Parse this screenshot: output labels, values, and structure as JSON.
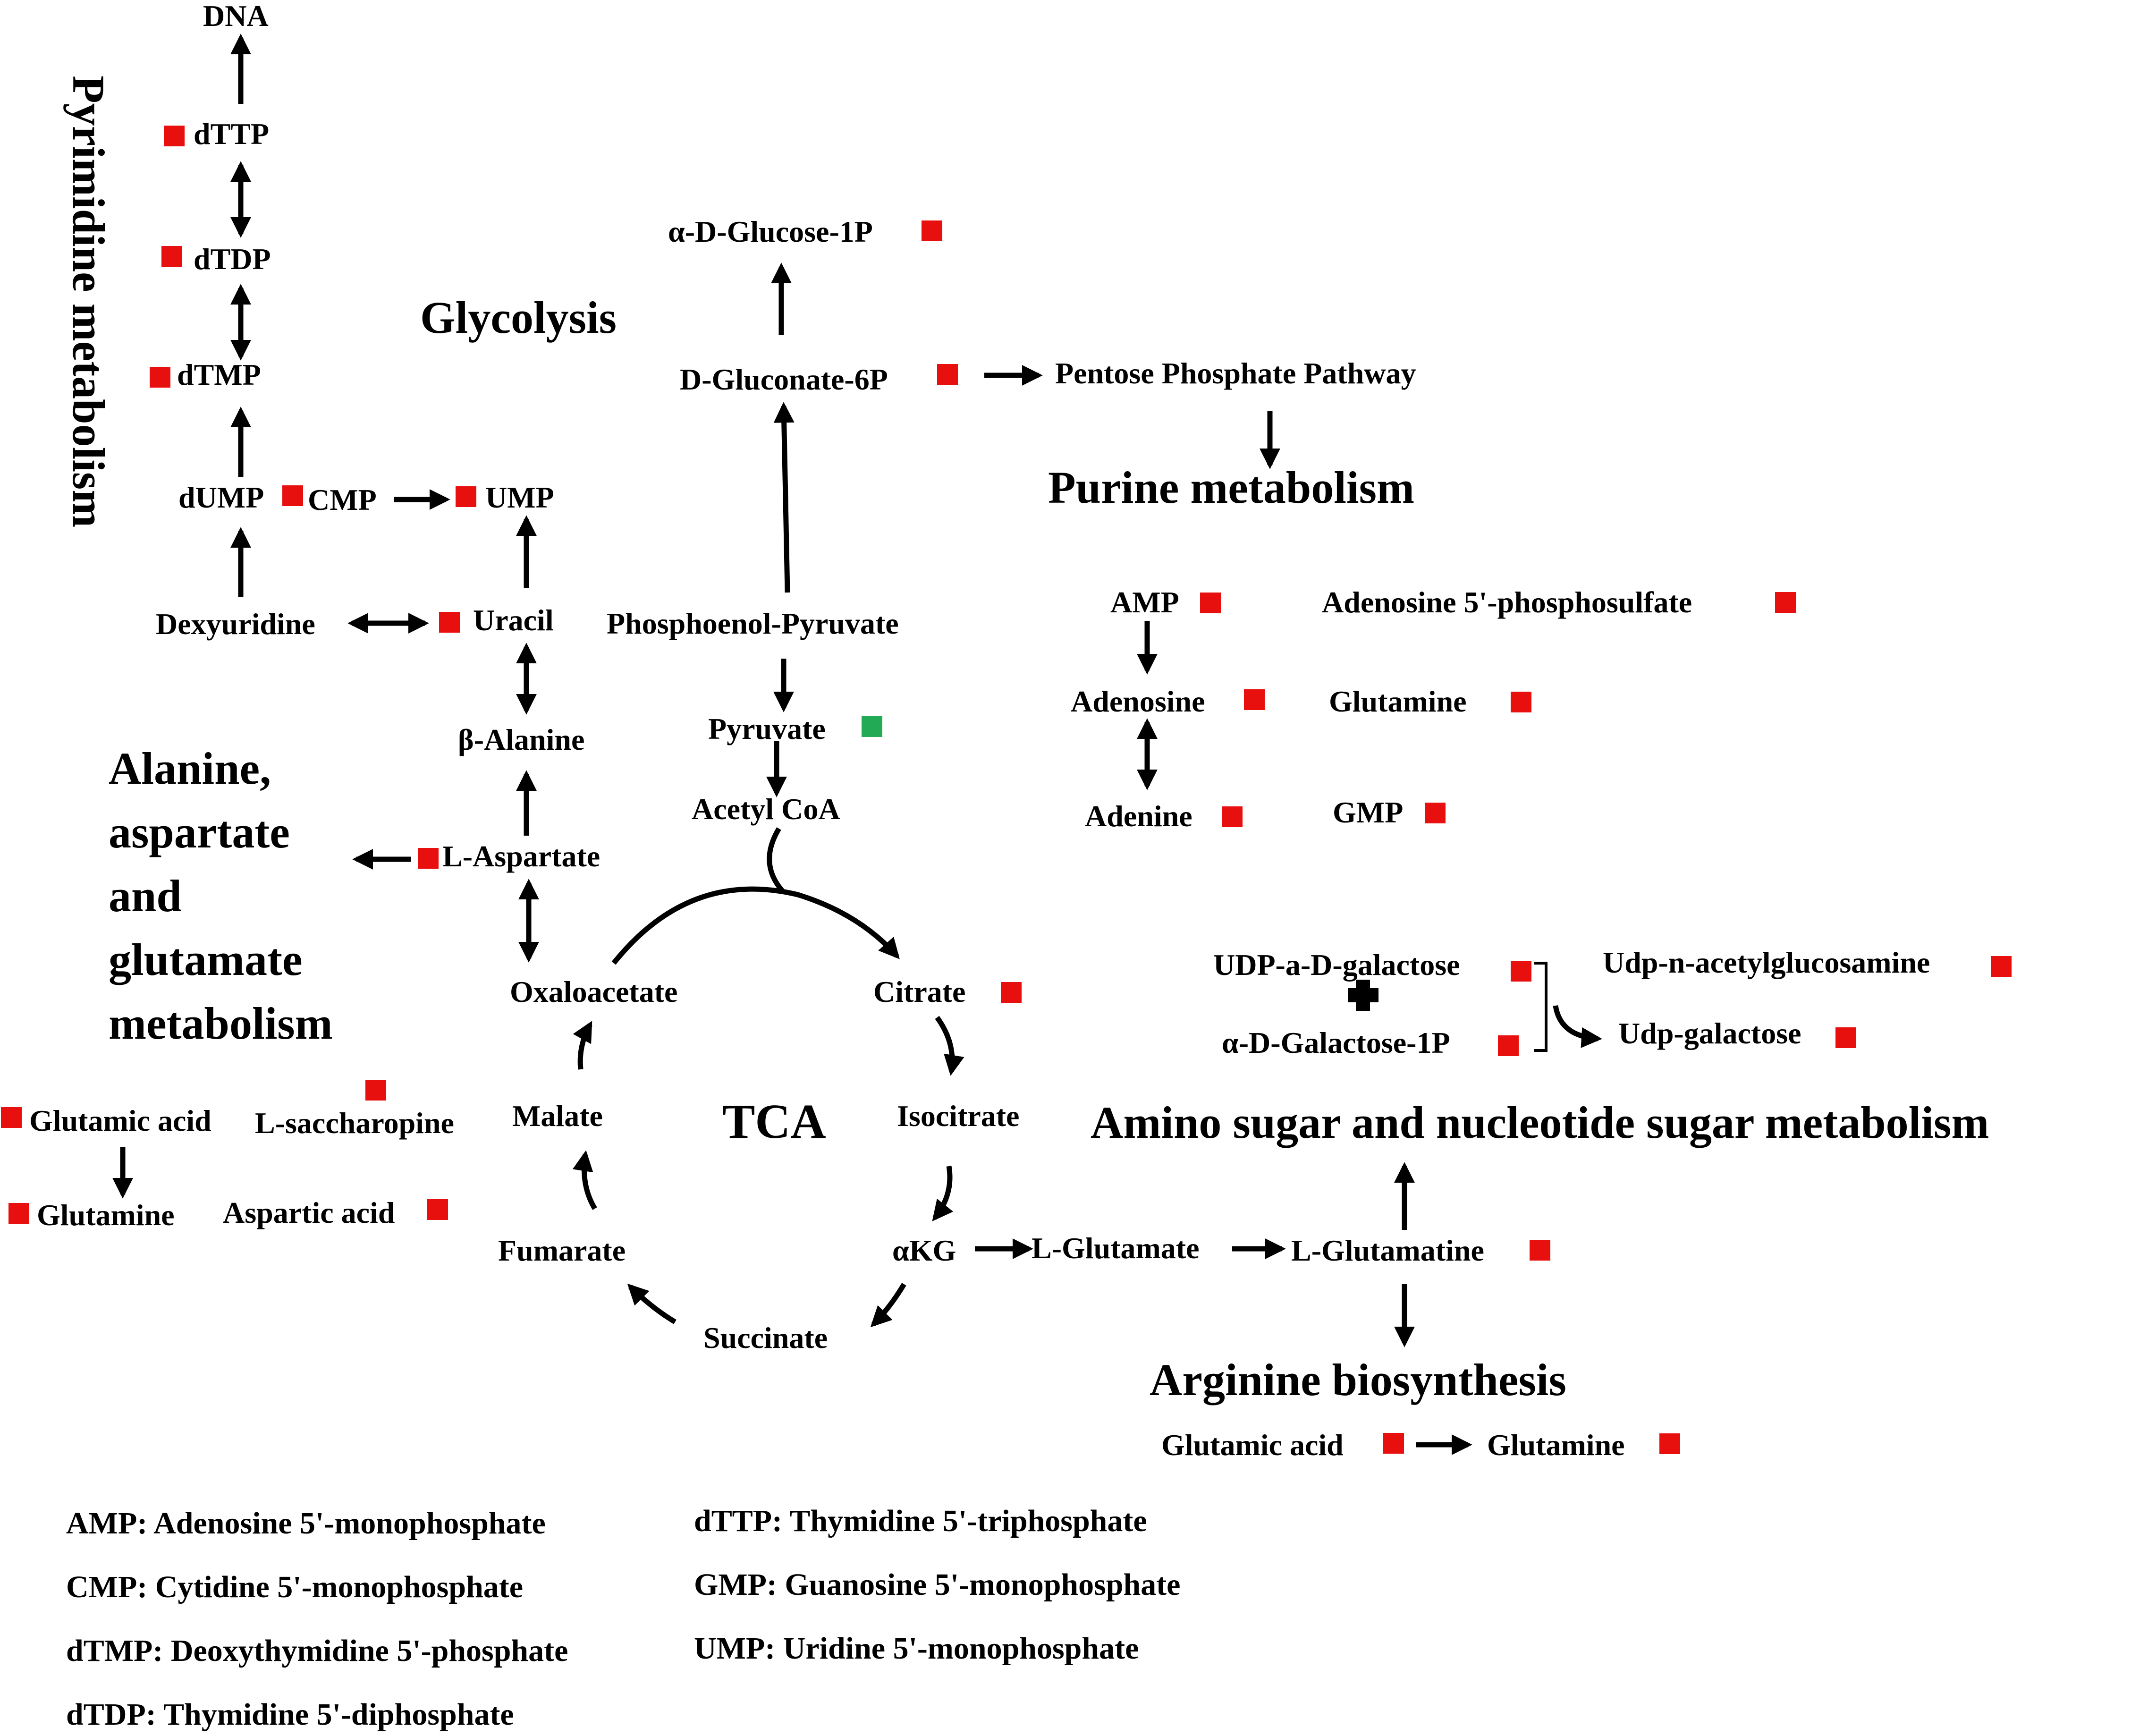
{
  "colors": {
    "marker_red": "#e8100f",
    "marker_green": "#22aa55",
    "line": "#000000",
    "background": "#ffffff"
  },
  "titles": {
    "pyrimidine": "Pyrimidine metabolism",
    "glycolysis": "Glycolysis",
    "purine": "Purine metabolism",
    "alanine_l1": "Alanine,",
    "alanine_l2": "aspartate",
    "alanine_l3": "and",
    "alanine_l4": "glutamate",
    "alanine_l5": "metabolism",
    "tca": "TCA",
    "amino_sugar": "Amino sugar and nucleotide sugar metabolism",
    "arginine": "Arginine biosynthesis",
    "pentose": "Pentose Phosphate Pathway"
  },
  "nodes": {
    "dna": "DNA",
    "dttp": "dTTP",
    "dtdp": "dTDP",
    "dtmp": "dTMP",
    "dump": "dUMP",
    "cmp": "CMP",
    "ump": "UMP",
    "dexyuridine": "Dexyuridine",
    "uracil": "Uracil",
    "beta_alanine": "β-Alanine",
    "l_aspartate": "L-Aspartate",
    "glucose_1p": "α-D-Glucose-1P",
    "gluconate_6p": "D-Gluconate-6P",
    "pep": "Phosphoenol-Pyruvate",
    "pyruvate": "Pyruvate",
    "acetyl_coa": "Acetyl CoA",
    "oxaloacetate": "Oxaloacetate",
    "citrate": "Citrate",
    "malate": "Malate",
    "isocitrate": "Isocitrate",
    "fumarate": "Fumarate",
    "akg": "αKG",
    "succinate": "Succinate",
    "l_glutamate": "L-Glutamate",
    "l_glutamatine": "L-Glutamatine",
    "glutamic_acid_left": "Glutamic acid",
    "l_saccharopine": "L-saccharopine",
    "glutamine_left": "Glutamine",
    "aspartic_acid": "Aspartic acid",
    "amp": "AMP",
    "adenosine": "Adenosine",
    "adenine": "Adenine",
    "aps": "Adenosine 5'-phosphosulfate",
    "glutamine_purine": "Glutamine",
    "gmp": "GMP",
    "udp_galactose_a": "UDP-a-D-galactose",
    "galactose_1p": "α-D-Galactose-1P",
    "udp_glcnac": "Udp-n-acetylglucosamine",
    "udp_galactose": "Udp-galactose",
    "glutamic_acid_arg": "Glutamic acid",
    "glutamine_arg": "Glutamine"
  },
  "legend": {
    "amp": "AMP: Adenosine 5'-monophosphate",
    "cmp": "CMP: Cytidine 5'-monophosphate",
    "dtmp": "dTMP: Deoxythymidine 5'-phosphate",
    "dtdp": "dTDP: Thymidine 5'-diphosphate",
    "dttp": "dTTP: Thymidine 5'-triphosphate",
    "gmp": "GMP: Guanosine 5'-monophosphate",
    "ump": "UMP: Uridine 5'-monophosphate"
  }
}
